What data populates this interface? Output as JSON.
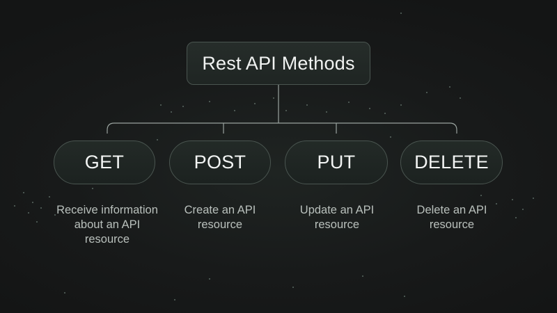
{
  "colors": {
    "background": "#181a1a",
    "node_fill": "#232a27",
    "node_border": "#4a5550",
    "connector": "#9aa39f",
    "title_text": "#f1f3f2",
    "description_text": "#b9c0bc"
  },
  "diagram": {
    "root": {
      "label": "Rest API Methods"
    },
    "methods": [
      {
        "label": "GET",
        "description": "Receive information about an API resource"
      },
      {
        "label": "POST",
        "description": "Create an API resource"
      },
      {
        "label": "PUT",
        "description": "Update an API resource"
      },
      {
        "label": "DELETE",
        "description": "Delete an API resource"
      }
    ]
  }
}
